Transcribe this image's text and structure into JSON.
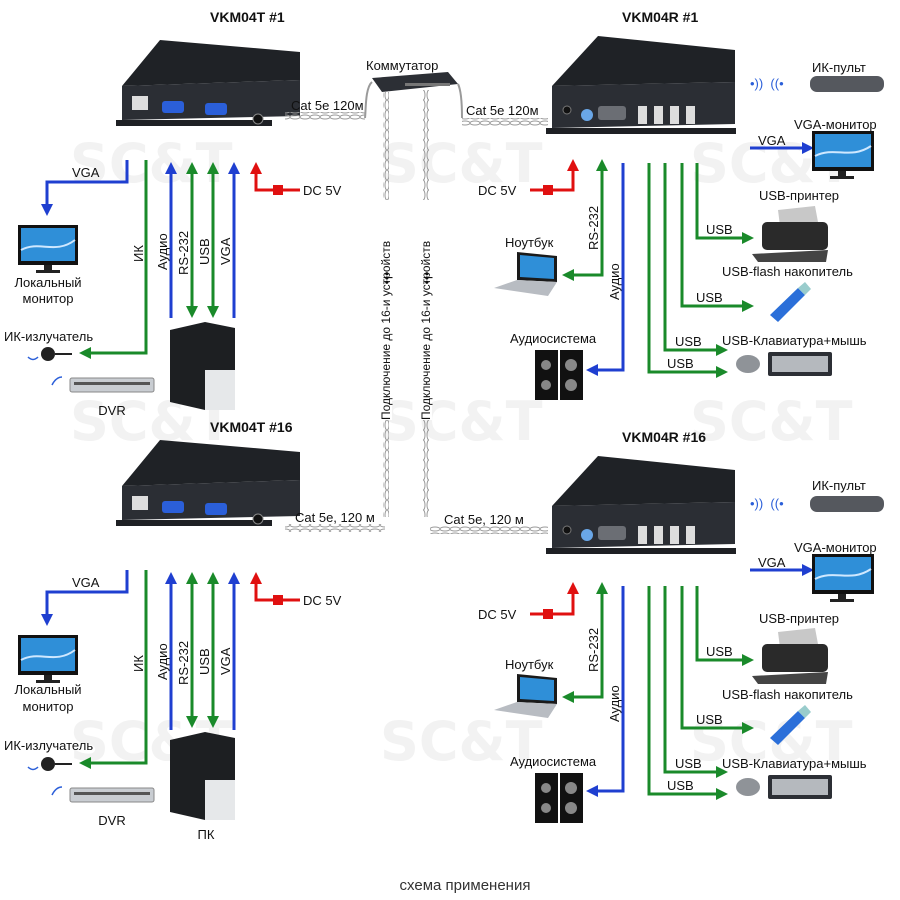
{
  "caption": "схема применения",
  "watermark": "SC&T",
  "colors": {
    "video": "#1f3fd0",
    "data": "#1a8a2a",
    "power": "#e01010",
    "cable": "#9a9a9a",
    "device": "#2a2d33",
    "port_blue": "#2b5fd9"
  },
  "switch": {
    "label": "Коммутатор"
  },
  "trunk": {
    "left_label": "Подключение до 16-и устройств",
    "right_label": "Подключение до 16-и устройств",
    "ellipsis": "•••"
  },
  "transmitters": [
    {
      "title": "VKM04T  #1",
      "cable_label": "Cat 5e 120м",
      "power_label": "DC 5V",
      "signals": [
        "ИК",
        "Аудио",
        "RS-232",
        "USB",
        "VGA"
      ],
      "vga_out_label": "VGA",
      "local_monitor_label": [
        "Локальный",
        "монитор"
      ],
      "ir_emitter_label": "ИК-излучатель",
      "dvr_label": "DVR",
      "pc_label": ""
    },
    {
      "title": "VKM04T  #16",
      "cable_label": "Cat 5e, 120 м",
      "power_label": "DC 5V",
      "signals": [
        "ИК",
        "Аудио",
        "RS-232",
        "USB",
        "VGA"
      ],
      "vga_out_label": "VGA",
      "local_monitor_label": [
        "Локальный",
        "монитор"
      ],
      "ir_emitter_label": "ИК-излучатель",
      "dvr_label": "DVR",
      "pc_label": "ПК"
    }
  ],
  "receivers": [
    {
      "title": "VKM04R  #1",
      "cable_label": "Cat 5e 120м",
      "power_label": "DC 5V",
      "ir_remote_label": "ИК-пульт",
      "vga_monitor_label": "VGA-монитор",
      "vga_label": "VGA",
      "rs232_label": "RS-232",
      "audio_label": "Аудио",
      "laptop_label": "Ноутбук",
      "speakers_label": "Аудиосистема",
      "printer_label": "USB-принтер",
      "flash_label": "USB-flash накопитель",
      "kbm_label": "USB-Клавиатура+мышь",
      "usb_labels": [
        "USB",
        "USB",
        "USB",
        "USB"
      ]
    },
    {
      "title": "VKM04R  #16",
      "cable_label": "Cat 5e, 120 м",
      "power_label": "DC 5V",
      "ir_remote_label": "ИК-пульт",
      "vga_monitor_label": "VGA-монитор",
      "vga_label": "VGA",
      "rs232_label": "RS-232",
      "audio_label": "Аудио",
      "laptop_label": "Ноутбук",
      "speakers_label": "Аудиосистема",
      "printer_label": "USB-принтер",
      "flash_label": "USB-flash накопитель",
      "kbm_label": "USB-Клавиатура+мышь",
      "usb_labels": [
        "USB",
        "USB",
        "USB",
        "USB"
      ]
    }
  ]
}
